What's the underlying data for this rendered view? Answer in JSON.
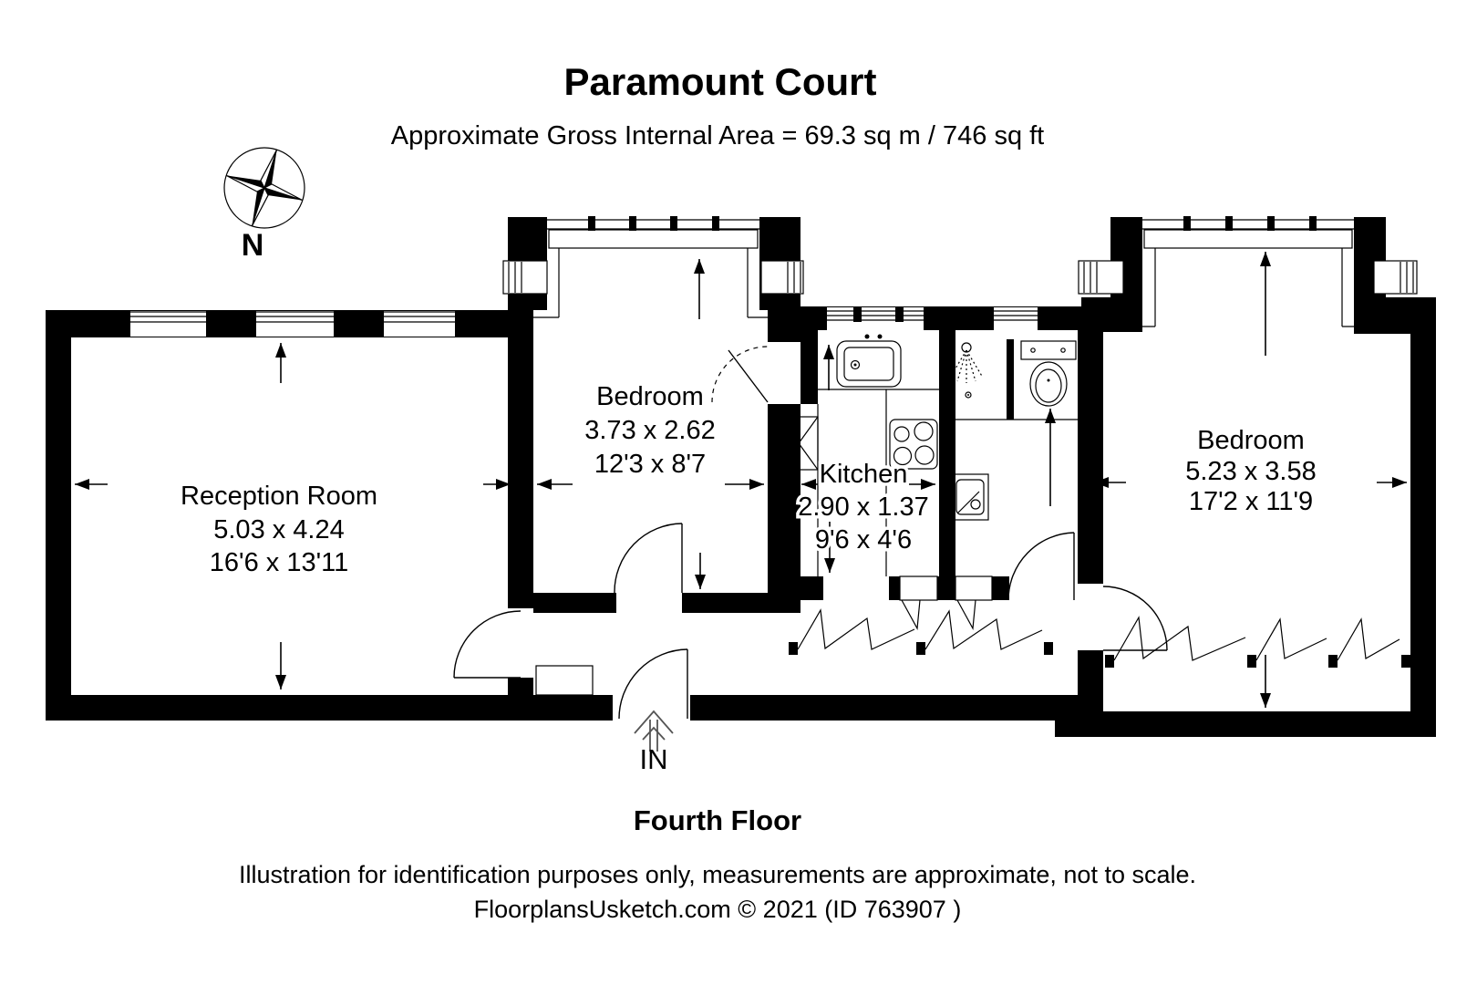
{
  "header": {
    "title": "Paramount Court",
    "subtitle": "Approximate Gross Internal Area = 69.3 sq m / 746 sq ft"
  },
  "compass": {
    "label": "N"
  },
  "rooms": {
    "reception": {
      "name": "Reception Room",
      "dim_m": "5.03 x 4.24",
      "dim_ft": "16'6 x 13'11"
    },
    "bedroom1": {
      "name": "Bedroom",
      "dim_m": "3.73 x 2.62",
      "dim_ft": "12'3 x 8'7"
    },
    "kitchen": {
      "name": "Kitchen",
      "dim_m": "2.90 x 1.37",
      "dim_ft": "9'6 x 4'6"
    },
    "bedroom2": {
      "name": "Bedroom",
      "dim_m": "5.23 x 3.58",
      "dim_ft": "17'2 x 11'9"
    }
  },
  "entrance": {
    "label": "IN"
  },
  "footer": {
    "floor": "Fourth Floor",
    "disclaimer": "Illustration for identification purposes only, measurements are approximate, not to scale.",
    "credit": "FloorplansUsketch.com © 2021 (ID 763907 )"
  },
  "colors": {
    "wall": "#000000",
    "background": "#ffffff"
  }
}
